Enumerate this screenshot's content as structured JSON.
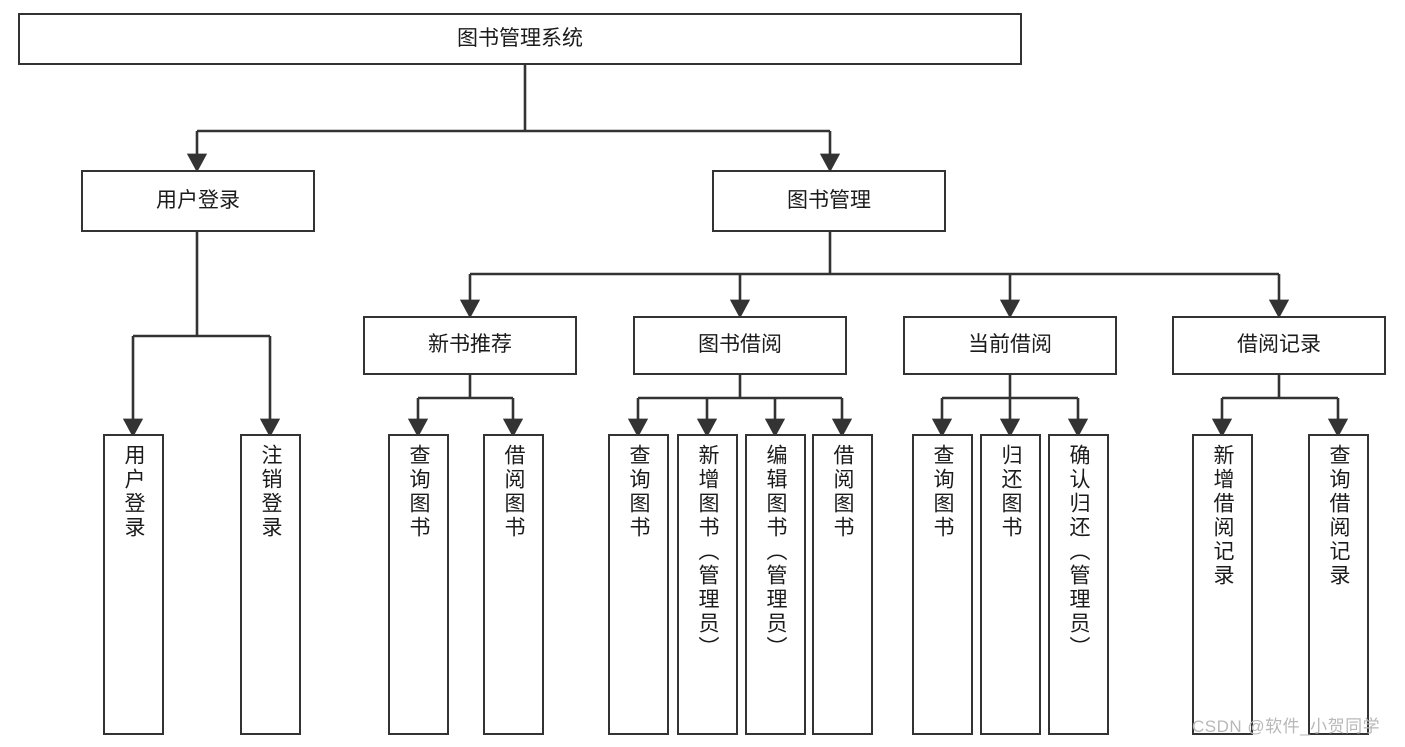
{
  "diagram": {
    "type": "tree",
    "title_node": "图书管理系统",
    "watermark": "CSDN @软件_小贺同学",
    "colors": {
      "box_border": "#333333",
      "box_fill": "#ffffff",
      "connector": "#333333",
      "text": "#1b1b1b",
      "watermark": "#b8b8b8"
    },
    "nodes": {
      "root": {
        "label": "图书管理系统"
      },
      "level2": [
        {
          "label": "用户登录"
        },
        {
          "label": "图书管理"
        }
      ],
      "level3": [
        {
          "label": "新书推荐"
        },
        {
          "label": "图书借阅"
        },
        {
          "label": "当前借阅"
        },
        {
          "label": "借阅记录"
        }
      ],
      "leaves_user_login": [
        {
          "label": "用户登录"
        },
        {
          "label": "注销登录"
        }
      ],
      "leaves_new_book": [
        {
          "label": "查询图书"
        },
        {
          "label": "借阅图书"
        }
      ],
      "leaves_borrow": [
        {
          "label": "查询图书"
        },
        {
          "label": "新增图书（管理员）"
        },
        {
          "label": "编辑图书（管理员）"
        },
        {
          "label": "借阅图书"
        }
      ],
      "leaves_current": [
        {
          "label": "查询图书"
        },
        {
          "label": "归还图书"
        },
        {
          "label": "确认归还（管理员）"
        }
      ],
      "leaves_record": [
        {
          "label": "新增借阅记录"
        },
        {
          "label": "查询借阅记录"
        }
      ]
    }
  }
}
